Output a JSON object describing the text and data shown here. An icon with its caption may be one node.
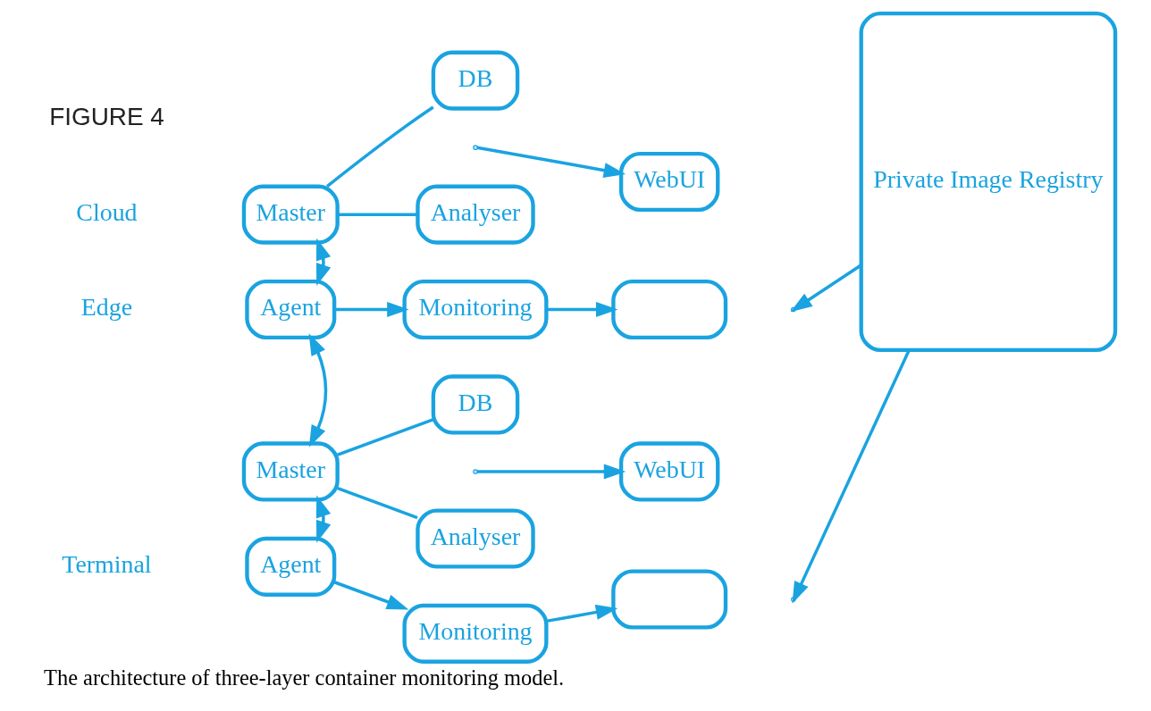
{
  "diagram": {
    "caption": "The architecture of three-layer container monitoring model.",
    "nodes": [
      {
        "text": [
          "Master"
        ]
      },
      {
        "text": [
          "DB"
        ]
      },
      {
        "text": [
          "Analyser"
        ]
      },
      {
        "text": [
          "WebUI"
        ]
      },
      {
        "text": [
          "Agent"
        ]
      },
      {
        "text": [
          "Monitoring"
        ]
      },
      {
        "text": [],
        "shape": "box"
      },
      {
        "text": [
          "Master"
        ]
      },
      {
        "text": [
          "DB"
        ]
      },
      {
        "text": [
          "Analyser"
        ]
      },
      {
        "text": [
          "WebUI"
        ]
      },
      {
        "text": [
          "Agent"
        ]
      },
      {
        "text": [
          "Monitoring"
        ]
      },
      {
        "text": [],
        "shape": "box"
      },
      {
        "text": [
          "Private Image Registry"
        ]
      }
    ],
    "edges": [
      {
        "from": 0,
        "to": 1,
        "arrow": "none"
      },
      {
        "from": 0,
        "to": 2,
        "arrow": "none"
      },
      {
        "from": null,
        "to": 3,
        "arrow": "to"
      },
      {
        "from": 0,
        "to": 4,
        "arrow": "both"
      },
      {
        "from": 4,
        "to": 5,
        "arrow": "to"
      },
      {
        "from": 5,
        "to": 6,
        "arrow": "to"
      },
      {
        "from": 4,
        "to": 7,
        "arrow": "both"
      },
      {
        "from": 7,
        "to": 8,
        "arrow": "none"
      },
      {
        "from": 7,
        "to": 9,
        "arrow": "none"
      },
      {
        "from": null,
        "to": 10,
        "arrow": "to"
      },
      {
        "from": 7,
        "to": 11,
        "arrow": "both"
      },
      {
        "from": 11,
        "to": 12,
        "arrow": "to"
      },
      {
        "from": 12,
        "to": 13,
        "arrow": "to"
      },
      {
        "from": 14,
        "to": null,
        "arrow": "to"
      },
      {
        "from": 14,
        "to": null,
        "arrow": "to"
      }
    ],
    "labels": [
      "Cloud",
      "Edge",
      "Terminal",
      "FIGURE 4"
    ]
  }
}
